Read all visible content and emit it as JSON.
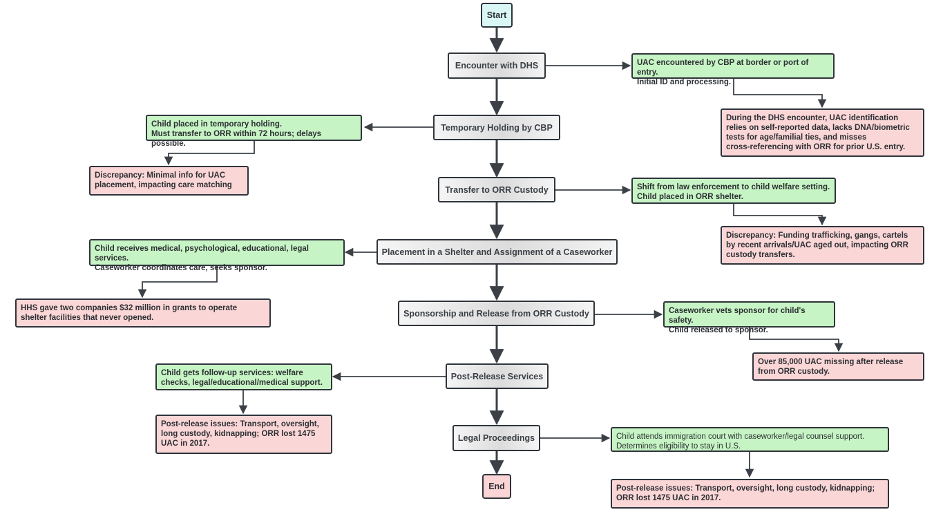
{
  "flow": {
    "start": "Start",
    "end": "End",
    "steps": [
      "Encounter with DHS",
      "Temporary Holding by CBP",
      "Transfer to ORR Custody",
      "Placement in a Shelter and Assignment of a Caseworker",
      "Sponsorship and Release from ORR Custody",
      "Post-Release Services",
      "Legal Proceedings"
    ]
  },
  "details": {
    "encounter": {
      "info": [
        "UAC encountered by CBP at border or port of entry.",
        "Initial ID and processing."
      ],
      "issue": [
        "During the DHS encounter, UAC identification",
        "relies on self-reported data, lacks DNA/biometric",
        "tests for age/familial ties, and misses",
        "cross-referencing with ORR for prior U.S. entry."
      ]
    },
    "holding": {
      "info": [
        "Child placed in temporary holding.",
        "Must transfer to ORR within 72 hours; delays possible."
      ],
      "issue": [
        "Discrepancy: Minimal info for UAC",
        "placement, impacting care matching"
      ]
    },
    "transfer": {
      "info": [
        "Shift from law enforcement to child welfare setting.",
        "Child placed in ORR shelter."
      ],
      "issue": [
        "Discrepancy: Funding trafficking, gangs, cartels",
        "by recent arrivals/UAC aged out, impacting ORR",
        "custody transfers."
      ]
    },
    "placement": {
      "info": [
        "Child receives medical, psychological, educational, legal services.",
        "Caseworker coordinates care, seeks sponsor."
      ],
      "issue": [
        "HHS gave two companies $32 million in grants to operate",
        "shelter facilities that never opened."
      ]
    },
    "sponsorship": {
      "info": [
        "Caseworker vets sponsor for child's safety.",
        "Child released to sponsor."
      ],
      "issue": [
        "Over 85,000 UAC missing after release",
        "from ORR custody."
      ]
    },
    "postrelease": {
      "info": [
        "Child gets follow-up services: welfare",
        "checks, legal/educational/medical support."
      ],
      "issue": [
        "Post-release issues: Transport, oversight,",
        "long custody, kidnapping; ORR lost 1475",
        "UAC in 2017."
      ]
    },
    "legal": {
      "info": [
        "Child attends immigration court with caseworker/legal counsel support.",
        "Determines eligibility to stay in U.S."
      ],
      "issue": [
        "Post-release issues: Transport, oversight, long custody, kidnapping;",
        "ORR lost 1475 UAC in 2017."
      ]
    }
  },
  "colors": {
    "info_fill": "#c7f4c4",
    "issue_fill": "#fbd6d7",
    "start_fill": "#d9f7f4",
    "end_fill": "#fbd5d6",
    "line": "#3b4047"
  }
}
